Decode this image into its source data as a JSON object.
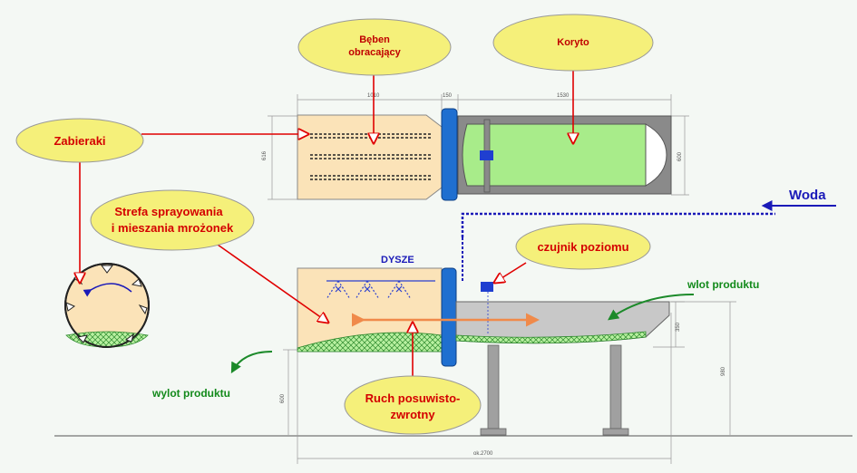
{
  "callouts": {
    "beben": {
      "line1": "Bęben",
      "line2": "obracający"
    },
    "koryto": "Koryto",
    "zabieraki": "Zabieraki",
    "strefa": {
      "line1": "Strefa sprayowania",
      "line2": "i mieszania mrożonek"
    },
    "czujnik": "czujnik poziomu",
    "ruch": {
      "line1": "Ruch posuwisto-",
      "line2": "zwrotny"
    }
  },
  "labels": {
    "woda": "Woda",
    "dysze": "DYSZE",
    "wlot": "wlot produktu",
    "wylot": "wylot produktu"
  },
  "dimensions": {
    "d1010": "1010",
    "d150": "150",
    "d1530": "1530",
    "d616": "616",
    "d600_top": "600",
    "d350": "350",
    "d980": "980",
    "d600_bottom": "600",
    "d2700": "ok.2700"
  },
  "colors": {
    "callout_fill": "#f5f07a",
    "drum_fill": "#fbe3b8",
    "trough_green": "#a8ec8a",
    "trough_gray": "#8a8a8a",
    "flange_blue": "#1f6fd0",
    "arrow_red": "#e00000",
    "arrow_orange": "#f08a4a",
    "arrow_green": "#1c8a2a",
    "water_blue": "#1a1ab8"
  }
}
